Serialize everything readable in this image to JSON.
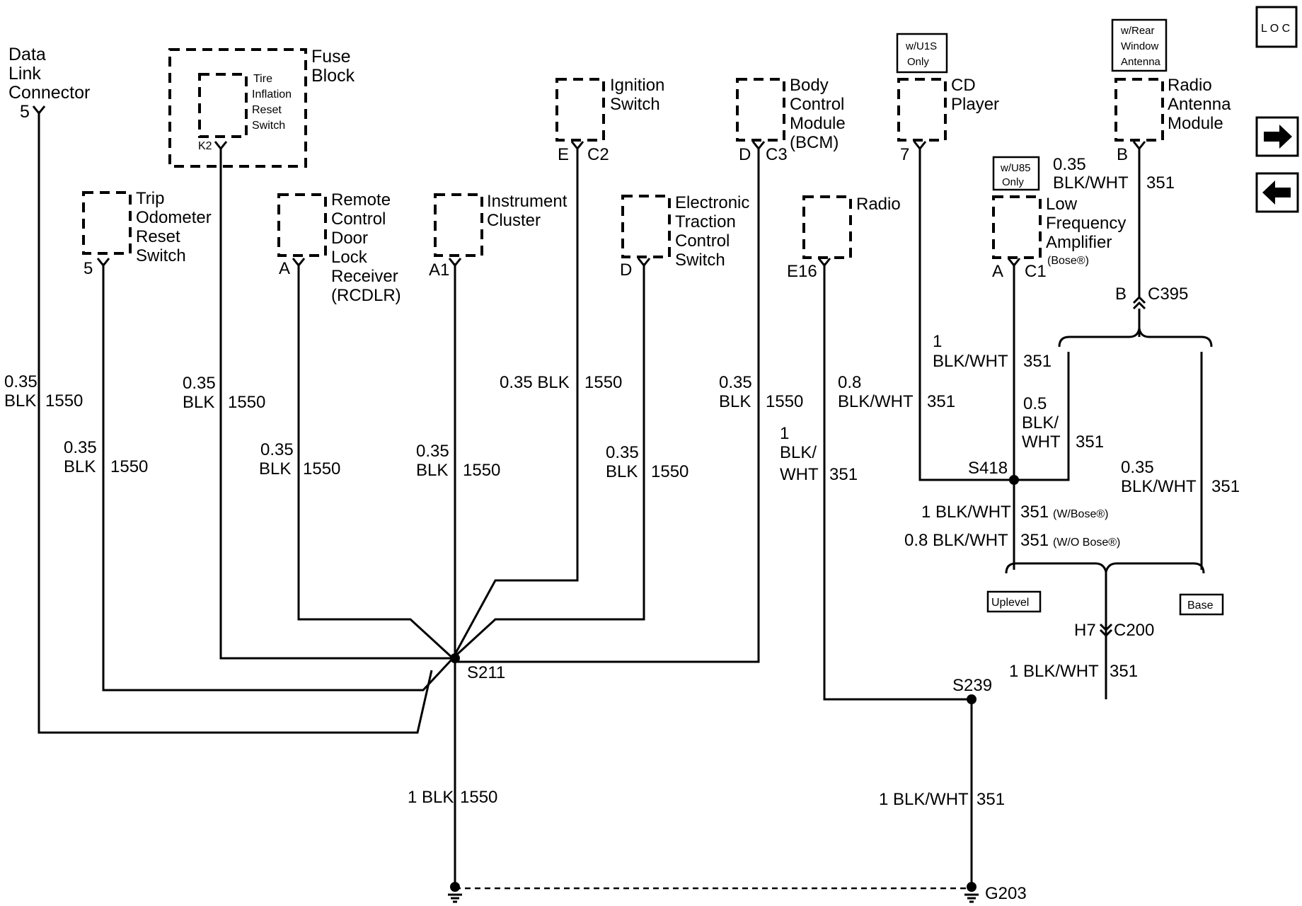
{
  "nav": {
    "loc_label": "L O C"
  },
  "components": {
    "dlc": {
      "line1": "Data",
      "line2": "Link",
      "line3": "Connector",
      "pin": "5"
    },
    "fuse_block": {
      "line1": "Fuse",
      "line2": "Block",
      "pin": "K2",
      "inner1": "Tire",
      "inner2": "Inflation",
      "inner3": "Reset",
      "inner4": "Switch"
    },
    "trip": {
      "line1": "Trip",
      "line2": "Odometer",
      "line3": "Reset",
      "line4": "Switch",
      "pin": "5"
    },
    "rcdlr": {
      "line1": "Remote",
      "line2": "Control",
      "line3": "Door",
      "line4": "Lock",
      "line5": "Receiver",
      "line6": "(RCDLR)",
      "pin": "A"
    },
    "ic": {
      "line1": "Instrument",
      "line2": "Cluster",
      "pin": "A1"
    },
    "ign": {
      "line1": "Ignition",
      "line2": "Switch",
      "pin": "E",
      "conn": "C2"
    },
    "etcs": {
      "line1": "Electronic",
      "line2": "Traction",
      "line3": "Control",
      "line4": "Switch",
      "pin": "D"
    },
    "bcm": {
      "line1": "Body",
      "line2": "Control",
      "line3": "Module",
      "line4": "(BCM)",
      "pin": "D",
      "conn": "C3"
    },
    "radio": {
      "line1": "Radio",
      "pin": "E16"
    },
    "cd": {
      "line1": "CD",
      "line2": "Player",
      "pin": "7",
      "opt1": "w/U1S",
      "opt2": "Only"
    },
    "ram": {
      "line1": "Radio",
      "line2": "Antenna",
      "line3": "Module",
      "pin": "B",
      "opt1": "w/Rear",
      "opt2": "Window",
      "opt3": "Antenna"
    },
    "lfa": {
      "line1": "Low",
      "line2": "Frequency",
      "line3": "Amplifier",
      "line4": "(Bose®)",
      "pin": "A",
      "conn": "C1",
      "opt1": "w/U85",
      "opt2": "Only"
    }
  },
  "wires": {
    "dlc": {
      "size": "0.35",
      "color": "BLK",
      "circuit": "1550"
    },
    "fuse": {
      "size": "0.35",
      "color": "BLK",
      "circuit": "1550"
    },
    "trip": {
      "size": "0.35",
      "color": "BLK",
      "circuit": "1550"
    },
    "rcdlr": {
      "size": "0.35",
      "color": "BLK",
      "circuit": "1550"
    },
    "ic": {
      "size": "0.35",
      "color": "BLK",
      "circuit": "1550"
    },
    "ign": {
      "label": "0.35 BLK",
      "circuit": "1550"
    },
    "etcs": {
      "size": "0.35",
      "color": "BLK",
      "circuit": "1550"
    },
    "bcm": {
      "size": "0.35",
      "color": "BLK",
      "circuit": "1550"
    },
    "main_left": {
      "label": "1 BLK",
      "circuit": "1550"
    },
    "radio": {
      "size": "1",
      "color1": "BLK/",
      "color2": "WHT",
      "circuit": "351"
    },
    "cd": {
      "size": "0.8",
      "color": "BLK/WHT",
      "circuit": "351"
    },
    "ram_top": {
      "size": "0.35",
      "color": "BLK/WHT",
      "circuit": "351"
    },
    "ram_up": {
      "size": "1",
      "color": "BLK/WHT",
      "circuit": "351"
    },
    "lfa": {
      "size": "0.5",
      "color1": "BLK/",
      "color2": "WHT",
      "circuit": "351"
    },
    "base": {
      "size": "0.35",
      "color": "BLK/WHT",
      "circuit": "351"
    },
    "s418_bose": {
      "label": "1 BLK/WHT",
      "circuit": "351",
      "note": "(W/Bose®)"
    },
    "s418_nobose": {
      "label": "0.8 BLK/WHT",
      "circuit": "351",
      "note": "(W/O Bose®)"
    },
    "c200": {
      "label": "1 BLK/WHT",
      "circuit": "351"
    },
    "main_right": {
      "label": "1 BLK/WHT",
      "circuit": "351"
    }
  },
  "splices": {
    "s211": "S211",
    "s239": "S239",
    "s418": "S418"
  },
  "connectors": {
    "c395": {
      "pin": "B",
      "name": "C395"
    },
    "c200": {
      "pin": "H7",
      "name": "C200"
    }
  },
  "options": {
    "uplevel": "Uplevel",
    "base": "Base"
  },
  "ground": {
    "name": "G203"
  }
}
